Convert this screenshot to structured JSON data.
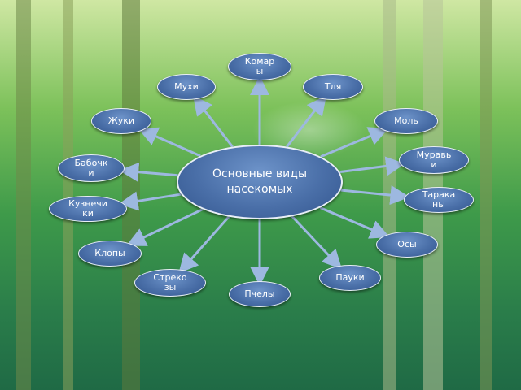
{
  "diagram": {
    "center": {
      "line1": "Основные виды",
      "line2": "насекомых"
    },
    "nodes": [
      {
        "id": "komary",
        "line1": "Комар",
        "line2": "ы"
      },
      {
        "id": "mukhi",
        "line1": "Мухи",
        "line2": ""
      },
      {
        "id": "tlya",
        "line1": "Тля",
        "line2": ""
      },
      {
        "id": "zhuki",
        "line1": "Жуки",
        "line2": ""
      },
      {
        "id": "mol",
        "line1": "Моль",
        "line2": ""
      },
      {
        "id": "babochki",
        "line1": "Бабочк",
        "line2": "и"
      },
      {
        "id": "muravyi",
        "line1": "Муравь",
        "line2": "и"
      },
      {
        "id": "kuznechiki",
        "line1": "Кузнечи",
        "line2": "ки"
      },
      {
        "id": "tarakany",
        "line1": "Тарака",
        "line2": "ны"
      },
      {
        "id": "osy",
        "line1": "Осы",
        "line2": ""
      },
      {
        "id": "klopy",
        "line1": "Клопы",
        "line2": ""
      },
      {
        "id": "pauki",
        "line1": "Пауки",
        "line2": ""
      },
      {
        "id": "strekozy",
        "line1": "Стреко",
        "line2": "зы"
      },
      {
        "id": "pchely",
        "line1": "Пчелы",
        "line2": ""
      }
    ],
    "colors": {
      "node_fill": "#4a6fa8",
      "node_border": "#e8eef7",
      "arrow": "#9db8e0"
    }
  }
}
